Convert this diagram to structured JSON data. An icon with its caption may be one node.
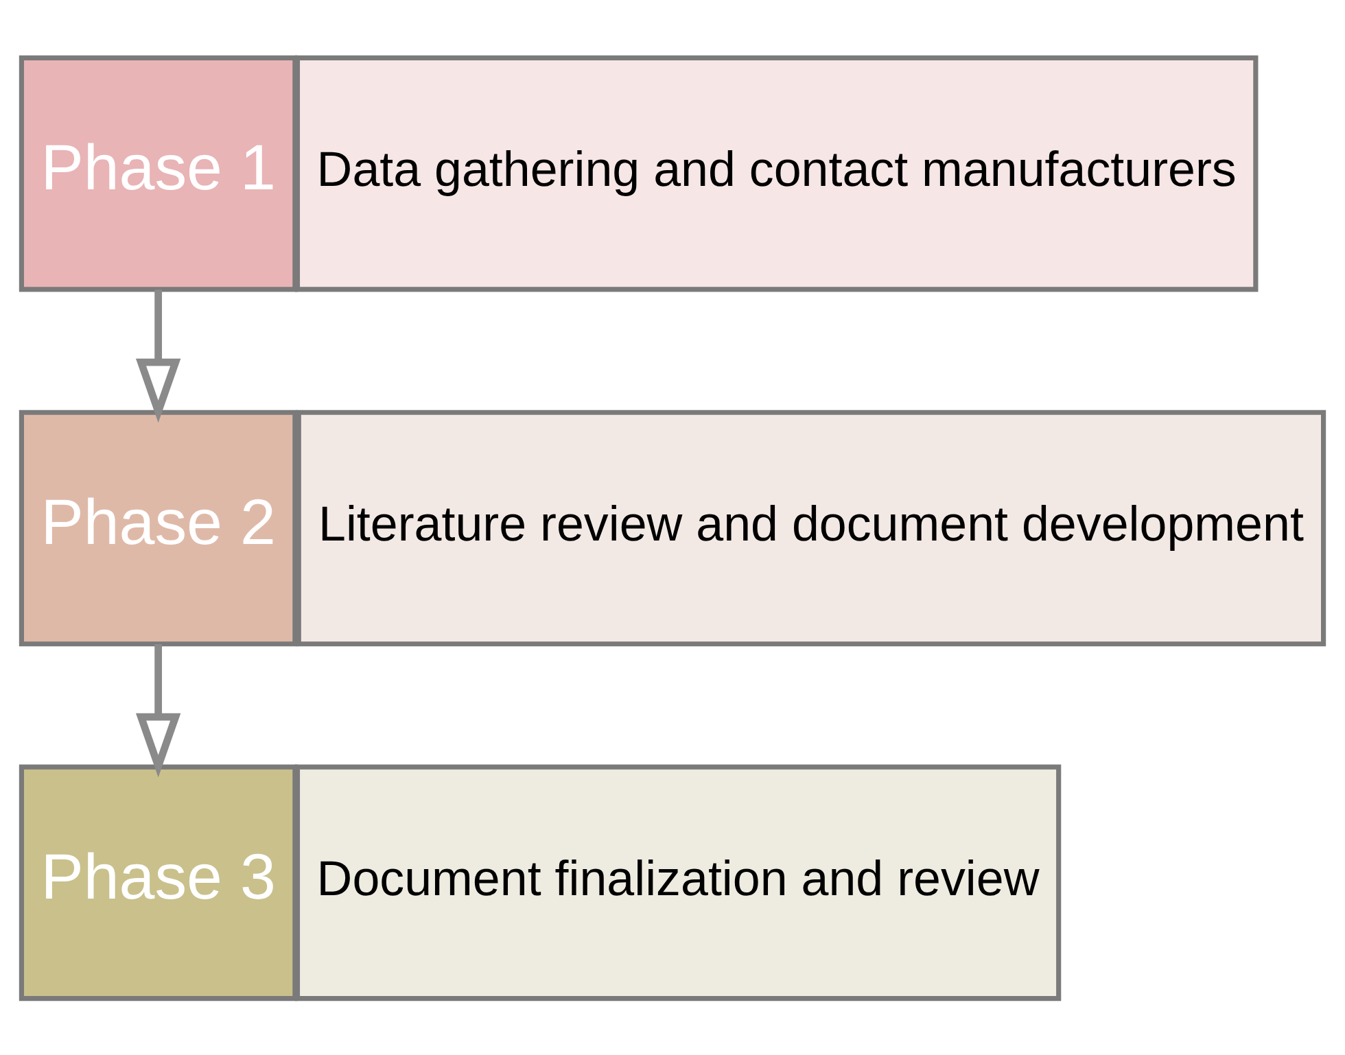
{
  "diagram": {
    "nodes": [
      {
        "text": [
          "Phase 1"
        ]
      },
      {
        "text": [
          "Data gathering and contact manufacturers"
        ]
      },
      {
        "text": [
          "Phase 2"
        ]
      },
      {
        "text": [
          "Literature review and document development"
        ]
      },
      {
        "text": [
          "Phase 3"
        ]
      },
      {
        "text": [
          "Document finalization and review"
        ]
      }
    ],
    "edges": [
      {
        "from": 0,
        "to": 2,
        "arrow": "to"
      },
      {
        "from": 2,
        "to": 4,
        "arrow": "to"
      }
    ]
  }
}
